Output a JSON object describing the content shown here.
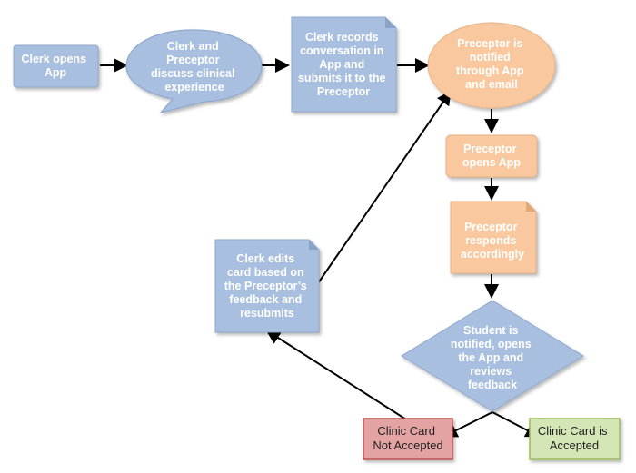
{
  "nodes": {
    "clerk_opens_app": {
      "lines": [
        "Clerk opens",
        "App"
      ]
    },
    "discuss": {
      "lines": [
        "Clerk and",
        "Preceptor",
        "discuss clinical",
        "experience"
      ]
    },
    "clerk_records": {
      "lines": [
        "Clerk records",
        "conversation in",
        "App and",
        "submits it to the",
        "Preceptor"
      ]
    },
    "preceptor_notified": {
      "lines": [
        "Preceptor is",
        "notified",
        "through App",
        "and email"
      ]
    },
    "preceptor_opens": {
      "lines": [
        "Preceptor",
        "opens App"
      ]
    },
    "preceptor_responds": {
      "lines": [
        "Preceptor",
        "responds",
        "accordingly"
      ]
    },
    "student_notified": {
      "lines": [
        "Student is",
        "notified, opens",
        "the App and",
        "reviews",
        "feedback"
      ]
    },
    "clerk_edits": {
      "lines": [
        "Clerk edits",
        "card based on",
        "the Preceptor’s",
        "feedback and",
        "resubmits"
      ]
    },
    "not_accepted": {
      "lines": [
        "Clinic Card",
        "Not Accepted"
      ]
    },
    "accepted": {
      "lines": [
        "Clinic Card is",
        "Accepted"
      ]
    }
  },
  "colors": {
    "blue_fill": "#a9bfdf",
    "blue_stroke": "#8ea8cf",
    "orange_fill": "#f9c89e",
    "orange_stroke": "#e9b283",
    "red_fill": "#e3a3a3",
    "red_stroke": "#c05050",
    "green_fill": "#d5e6b6",
    "green_stroke": "#9bbb59",
    "arrow": "#000000"
  }
}
